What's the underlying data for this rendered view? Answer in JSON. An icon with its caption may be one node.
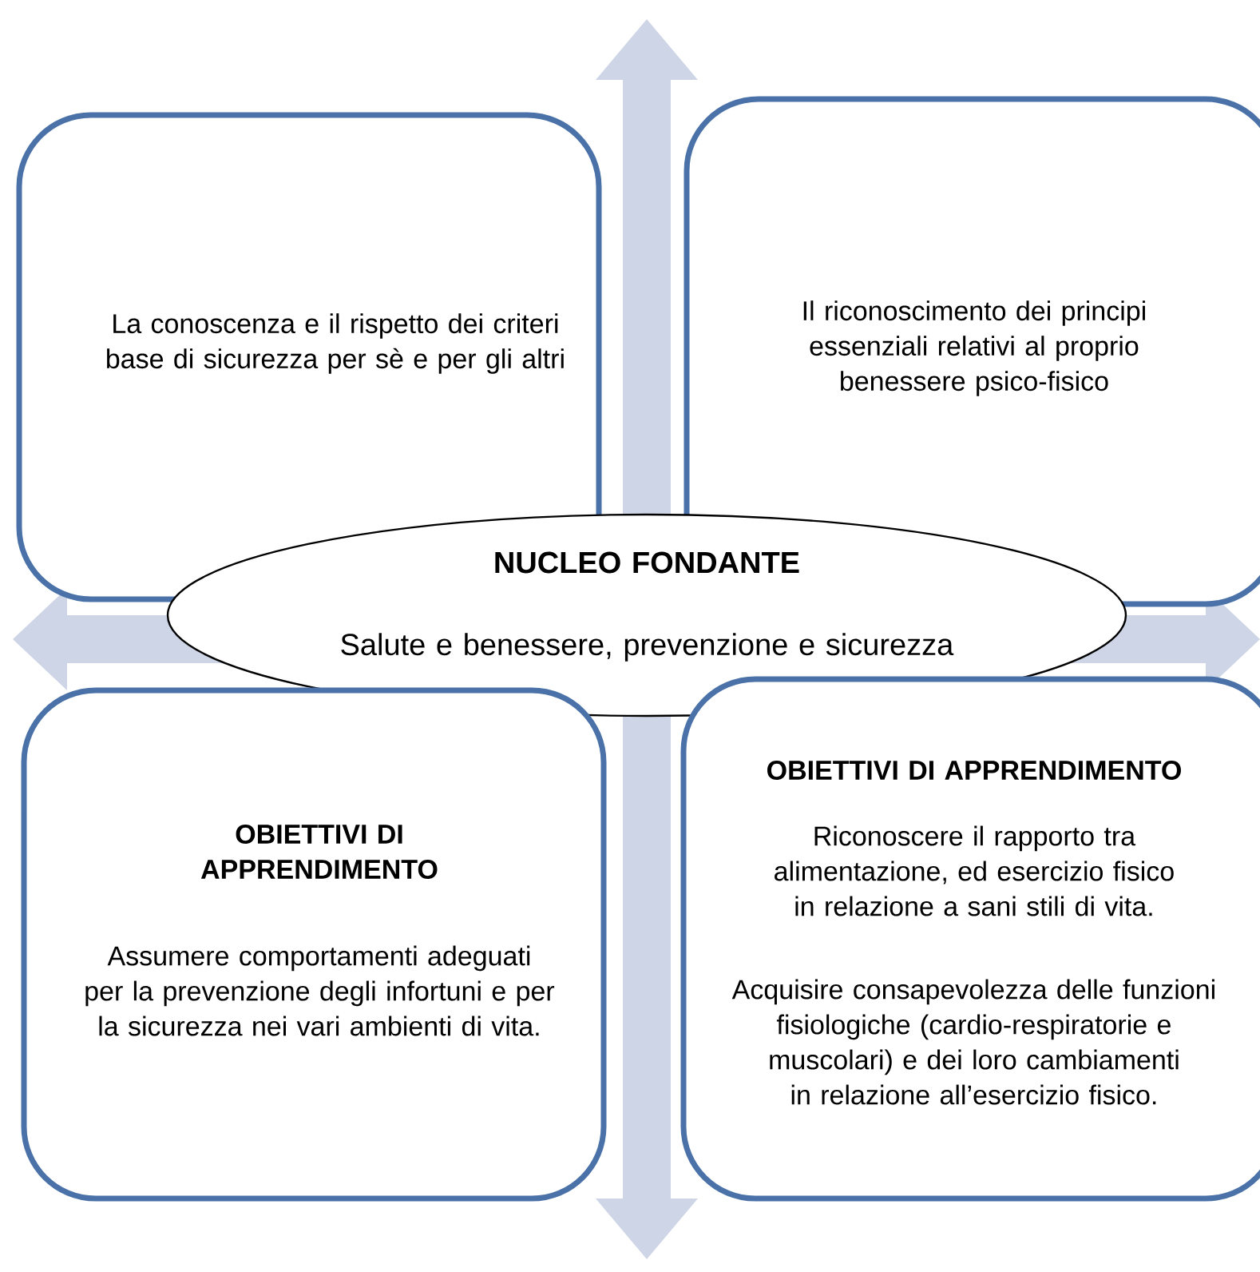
{
  "diagram": {
    "nodes": [
      {
        "text": [
          "La conoscenza e il rispetto dei criteri base di sicurezza per sè e per gli altri"
        ]
      },
      {
        "text": [
          "Il riconoscimento dei principi essenziali relativi al proprio benessere psico-fisico"
        ]
      },
      {
        "text": [
          "NUCLEO FONDANTE",
          "Salute e benessere, prevenzione e sicurezza"
        ]
      },
      {
        "text": [
          "OBIETTIVI DI APPRENDIMENTO",
          "Assumere comportamenti adeguati per la prevenzione degli infortuni e per la sicurezza nei vari ambienti di vita."
        ]
      },
      {
        "text": [
          "OBIETTIVI DI APPRENDIMENTO",
          "Riconoscere il rapporto tra alimentazione, ed esercizio fisico in relazione a sani stili di vita.",
          "Acquisire consapevolezza delle funzioni fisiologiche (cardio-respiratorie e muscolari) e dei loro cambiamenti in relazione all’esercizio fisico."
        ]
      }
    ]
  }
}
